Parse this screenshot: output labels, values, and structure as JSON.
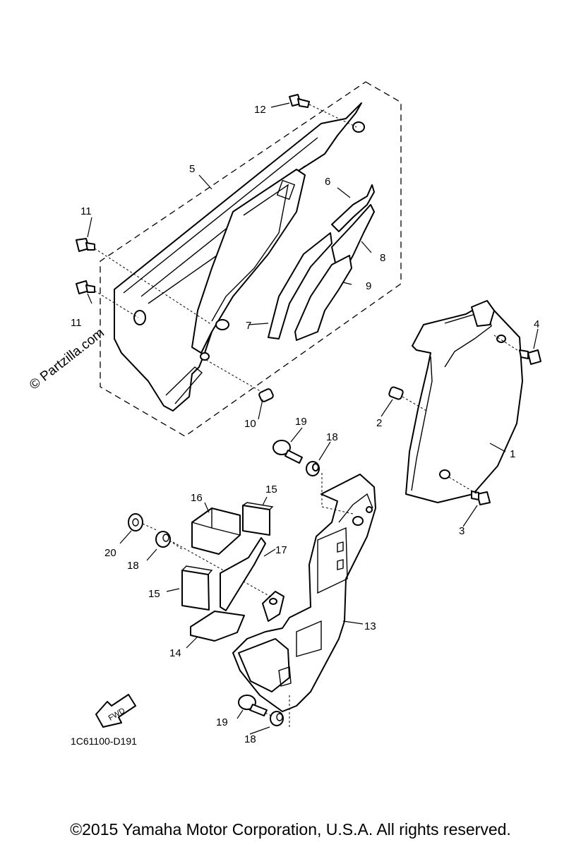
{
  "watermark": "© Partzilla.com",
  "diagram_code": "1C61100-D191",
  "fwd_label": "FWD",
  "copyright": "©2015 Yamaha Motor Corporation, U.S.A. All rights reserved.",
  "callouts": {
    "c1": "1",
    "c2": "2",
    "c3": "3",
    "c4": "4",
    "c5": "5",
    "c6": "6",
    "c7": "7",
    "c8": "8",
    "c9": "9",
    "c10": "10",
    "c11a": "11",
    "c11b": "11",
    "c12": "12",
    "c13": "13",
    "c14": "14",
    "c15a": "15",
    "c15b": "15",
    "c16": "16",
    "c17": "17",
    "c18a": "18",
    "c18b": "18",
    "c18c": "18",
    "c19a": "19",
    "c19b": "19",
    "c20": "20"
  }
}
